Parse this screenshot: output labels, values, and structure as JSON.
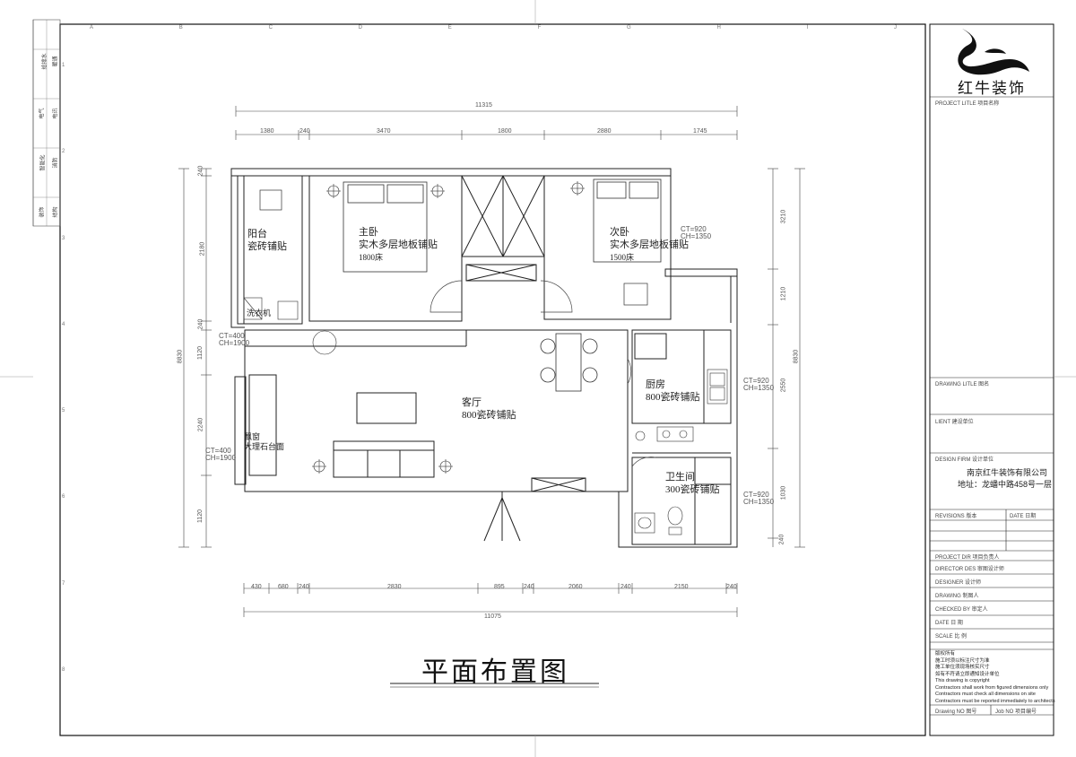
{
  "title": "平面布置图",
  "company_logo_text": "红牛装饰",
  "title_block": {
    "project_title": "PROJECT LITLE 项目名称",
    "drawing_title": "DRAWING LITLE 图名",
    "client": "LIENT 建设单位",
    "design_firm_label": "DESIGN FIRM 设计单位",
    "firm_name": "南京红牛装饰有限公司",
    "firm_address": "地址：龙蟠中路458号一层",
    "revisions": "REVISIONS 版本",
    "date_top": "DATE 日期",
    "project_dir": "PROJECT DIR 项目负责人",
    "director": "DIRECTOR DES 审图设计师",
    "designer": "DESIGNER 设计师",
    "drawing": "DRAWING 制图人",
    "checked": "CHECKED BY 审定人",
    "date": "DATE 日 期",
    "scale": "SCALE 比 例",
    "notes": [
      "版权所有",
      "施工时须以标注尺寸为准",
      "施工单位须现场核实尺寸",
      "如有不符请立即通知设计单位",
      "This drawing is copyright",
      "Contractors shall work from figured dimensions only",
      "Contractors must check all dimensions on site",
      "Contractors must be reported immediately to architects"
    ],
    "drawing_no": "Drawing NO 图号",
    "job_no": "Job NO 项目编号"
  },
  "left_strip": [
    "给排水",
    "暖通",
    "电气",
    "电讯",
    "智能化",
    "消防",
    "装饰",
    "结构"
  ],
  "rooms": {
    "balcony": [
      "阳台",
      "瓷砖铺贴"
    ],
    "washer": "洗衣机",
    "master": [
      "主卧",
      "实木多层地板铺贴",
      "1800床"
    ],
    "second": [
      "次卧",
      "实木多层地板铺贴",
      "1500床"
    ],
    "living": [
      "客厅",
      "800瓷砖铺贴"
    ],
    "kitchen": [
      "厨房",
      "800瓷砖铺贴"
    ],
    "bath": [
      "卫生间",
      "300瓷砖铺贴"
    ],
    "bay": [
      "飘窗",
      "大理石台面"
    ]
  },
  "window_notes": {
    "w1": [
      "CT=920",
      "CH=1350"
    ],
    "w2": [
      "CT=920",
      "CH=1350"
    ],
    "w3": [
      "CT=920",
      "CH=1350"
    ],
    "w4": [
      "CT=400",
      "CH=1900"
    ],
    "w5": [
      "CT=400",
      "CH=1900"
    ]
  },
  "dims_top_total": "11315",
  "dims_top": [
    "1380",
    "240",
    "3470",
    "1800",
    "2880",
    "1745"
  ],
  "dims_bottom_total": "11075",
  "dims_bottom": [
    "430",
    "680",
    "240",
    "2830",
    "895",
    "240",
    "2060",
    "240",
    "2150",
    "240"
  ],
  "dims_left_total": "8830",
  "dims_left": [
    "240",
    "2180",
    "240",
    "1120",
    "2240",
    "1120"
  ],
  "dims_right_total": "8830",
  "dims_right": [
    "3210",
    "1210",
    "2550",
    "1030",
    "240"
  ],
  "grid_cols": [
    "A",
    "B",
    "C",
    "D",
    "E",
    "F",
    "G",
    "H",
    "I",
    "J"
  ],
  "grid_rows": [
    "1",
    "2",
    "3",
    "4",
    "5",
    "6",
    "7",
    "8"
  ]
}
